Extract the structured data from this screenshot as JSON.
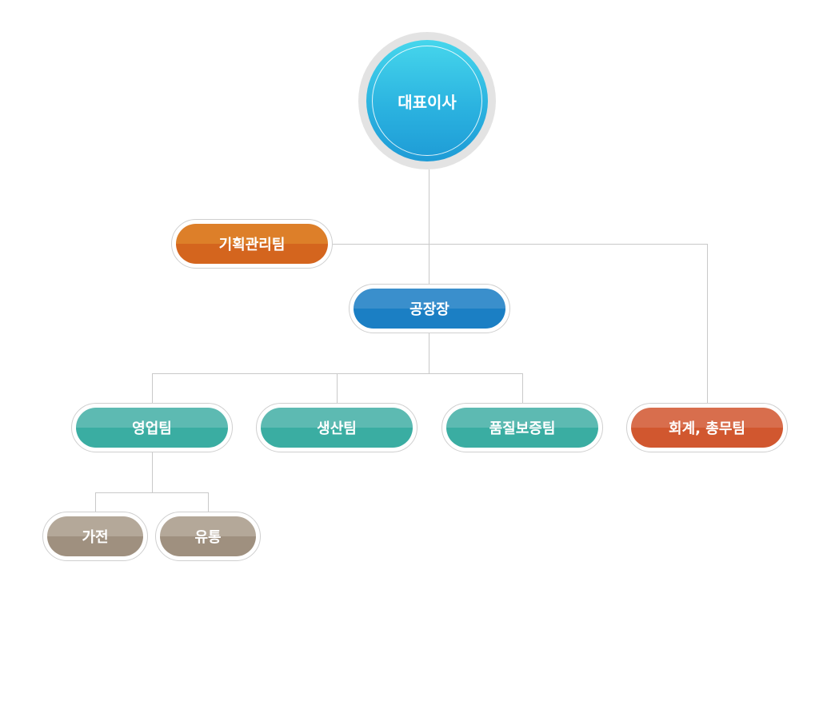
{
  "colors": {
    "ceo": "#2bb3e0",
    "planning": "#d4651e",
    "factory": "#1b7fc4",
    "team": "#44b1a5",
    "accounting": "#d1572f",
    "subteam": "#a79a8a",
    "connector": "#c9c9c9"
  },
  "org": {
    "ceo": "대표이사",
    "planning": "기획관리팀",
    "factory": "공장장",
    "sales": "영업팀",
    "production": "생산팀",
    "quality": "품질보증팀",
    "accounting": "회계, 총무팀",
    "appliance": "가전",
    "distribution": "유통"
  }
}
